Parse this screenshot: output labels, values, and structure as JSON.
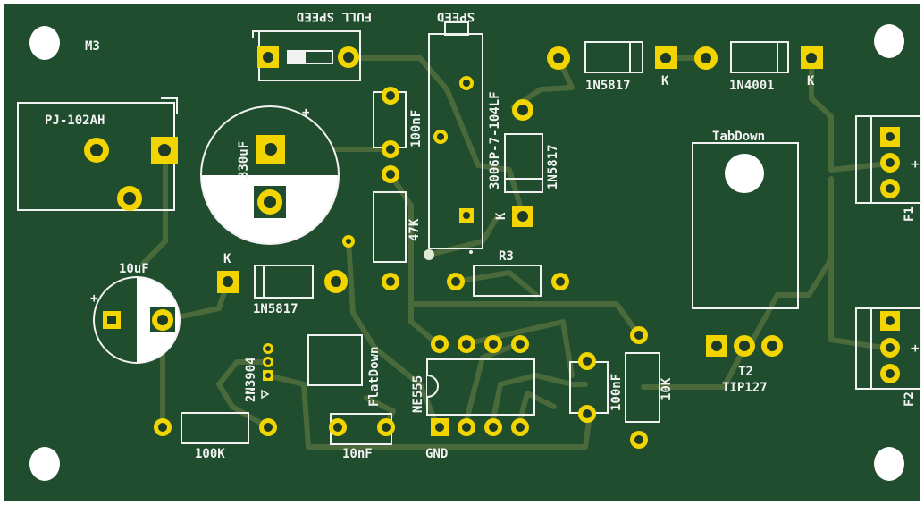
{
  "board": {
    "colors": {
      "substrate": "#1f4d2e",
      "trace": "#4a6a3c",
      "pad": "#f2d500",
      "silkscreen": "#f2f2f2",
      "mounting_hole": "#ffffff"
    }
  },
  "labels": {
    "m3": "M3",
    "full_speed": "FULL SPEED",
    "speed": "SPEED",
    "d1_value": "1N5817",
    "d1_k": "K",
    "d2_value": "1N4001",
    "d2_k": "K",
    "jack": "PJ-102AH",
    "c_330": "330uF",
    "c_100n_a": "100nF",
    "pot": "3006P-7-104LF",
    "d3_value": "1N5817",
    "d3_k": "K",
    "tab": "TabDown",
    "f1": "F1",
    "r_47k": "47K",
    "r3": "R3",
    "c_10u": "10uF",
    "d4_k": "K",
    "d4_value": "1N5817",
    "q_2n3904": "2N3904",
    "flat": "FlatDown",
    "ne555": "NE555",
    "c_100n_b": "100nF",
    "r_10k": "10K",
    "t2": "T2",
    "tip127": "TIP127",
    "f2": "F2",
    "r_100k": "100K",
    "c_10n": "10nF",
    "gnd": "GND",
    "plus1": "+",
    "plus2": "+",
    "plus3": "+",
    "plus4": "+"
  }
}
